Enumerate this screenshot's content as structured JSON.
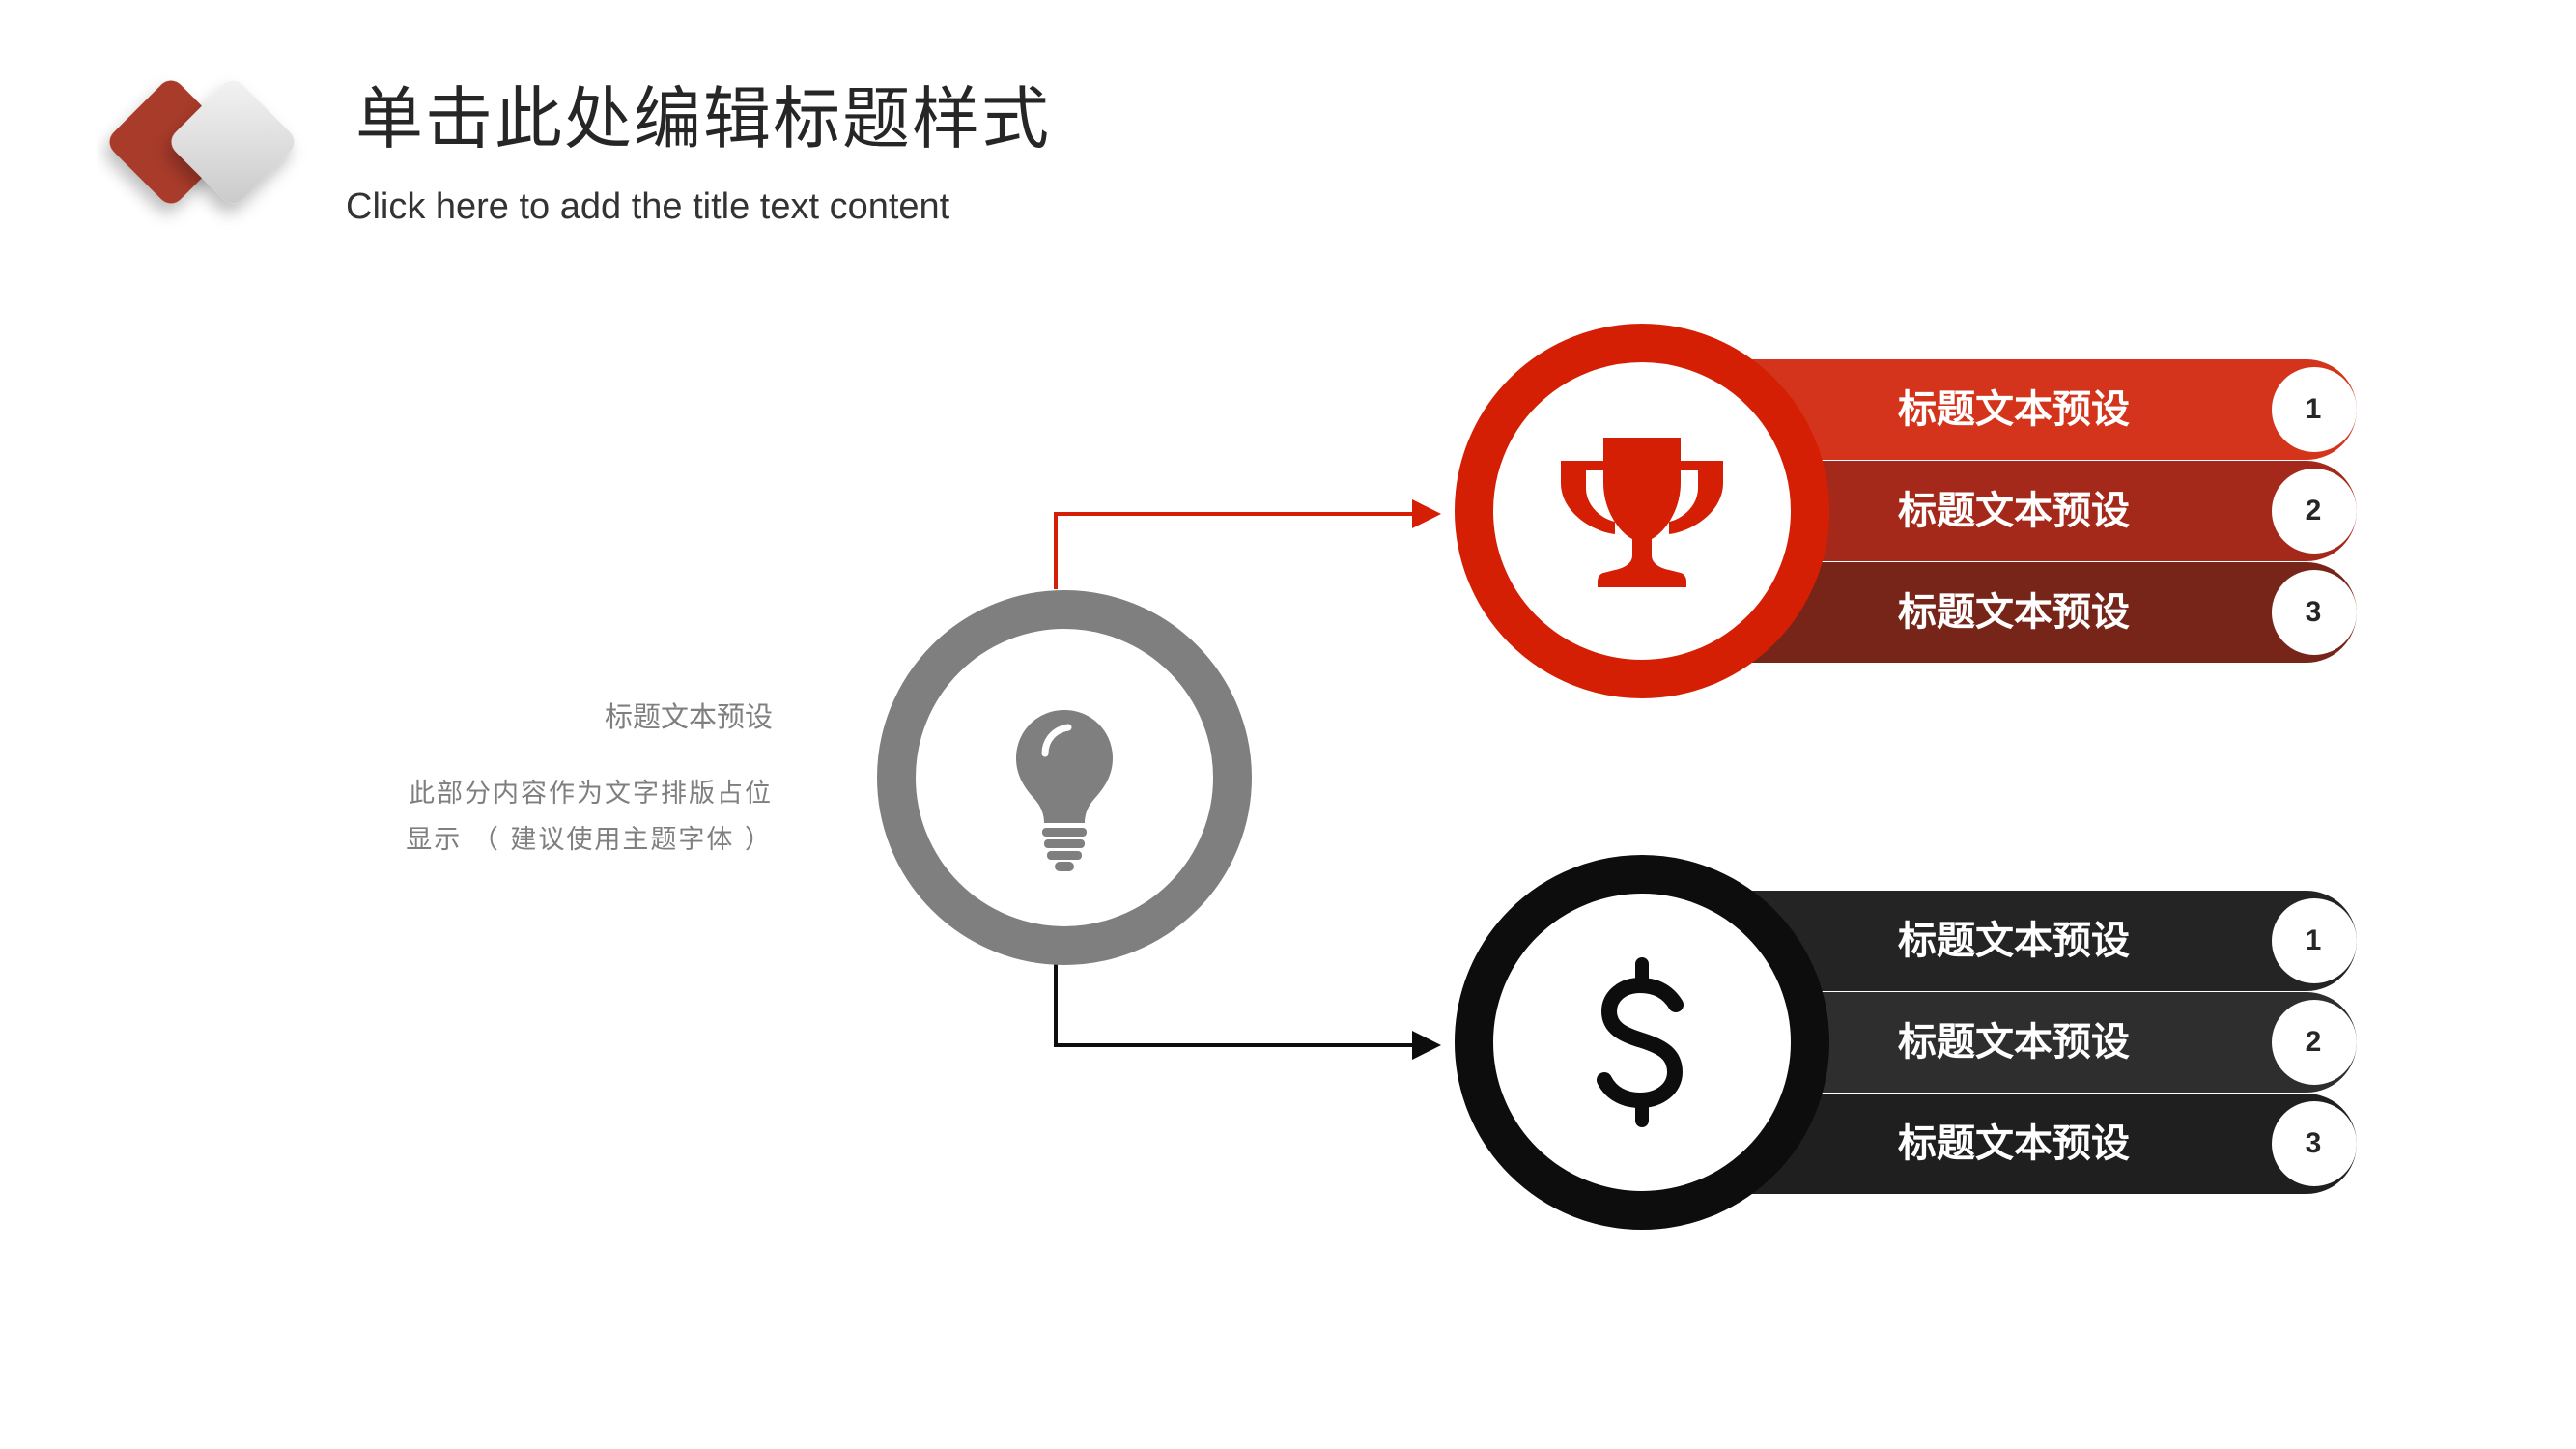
{
  "header": {
    "title": "单击此处编辑标题样式",
    "subtitle": "Click here to add the title text content"
  },
  "left": {
    "heading": "标题文本预设",
    "desc_line1": "此部分内容作为文字排版占位",
    "desc_line2": "显示 （ 建议使用主题字体 ）"
  },
  "center": {
    "icon": "lightbulb-icon",
    "color": "#7f7f7f"
  },
  "groups": [
    {
      "icon": "trophy-icon",
      "color": "#d51f05",
      "bars": [
        {
          "label": "标题文本预设",
          "number": "1",
          "color": "#d3341b"
        },
        {
          "label": "标题文本预设",
          "number": "2",
          "color": "#a5291a"
        },
        {
          "label": "标题文本预设",
          "number": "3",
          "color": "#772419"
        }
      ]
    },
    {
      "icon": "dollar-icon",
      "color": "#0d0d0d",
      "bars": [
        {
          "label": "标题文本预设",
          "number": "1",
          "color": "#242424"
        },
        {
          "label": "标题文本预设",
          "number": "2",
          "color": "#2e2e2e"
        },
        {
          "label": "标题文本预设",
          "number": "3",
          "color": "#1f1f1f"
        }
      ]
    }
  ]
}
